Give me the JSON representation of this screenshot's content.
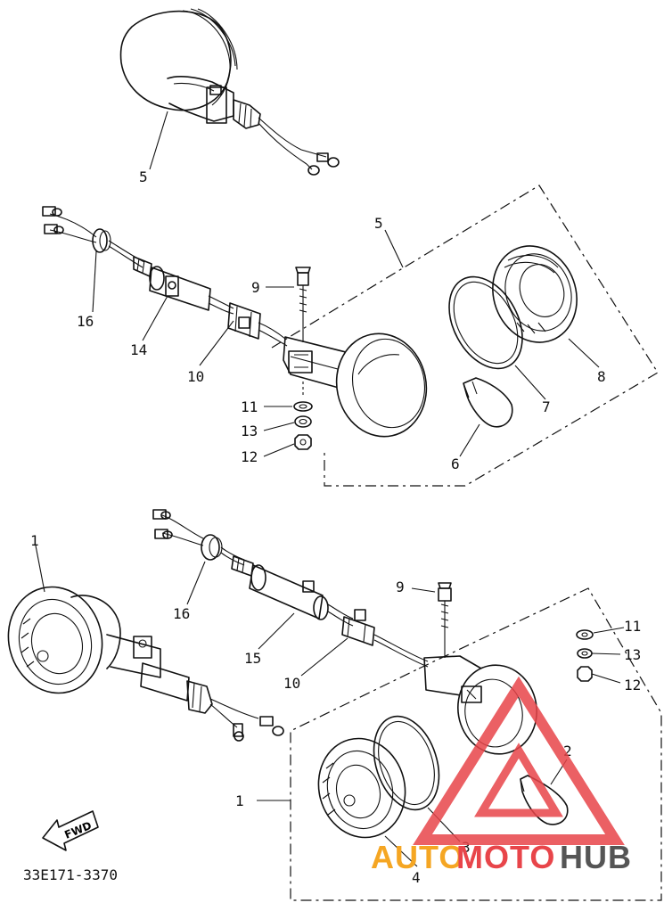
{
  "diagram": {
    "part_code": "33E171-3370",
    "fwd_label": "FWD",
    "callouts": {
      "top_5": "5",
      "upper_5": "5",
      "upper_9": "9",
      "upper_16": "16",
      "upper_14": "14",
      "upper_10": "10",
      "upper_11": "11",
      "upper_13": "13",
      "upper_12": "12",
      "upper_6": "6",
      "upper_7": "7",
      "upper_8": "8",
      "lower_1_left": "1",
      "lower_16": "16",
      "lower_15": "15",
      "lower_10": "10",
      "lower_9": "9",
      "lower_11": "11",
      "lower_13": "13",
      "lower_12": "12",
      "lower_2": "2",
      "lower_1_box": "1",
      "lower_3": "3",
      "lower_4": "4"
    }
  },
  "watermark": {
    "text_auto": "AUTO",
    "text_moto": "MOTO",
    "text_hub": "HUB",
    "color_orange": "#f5a623",
    "color_red": "#e8454a",
    "color_grey": "#555555"
  }
}
